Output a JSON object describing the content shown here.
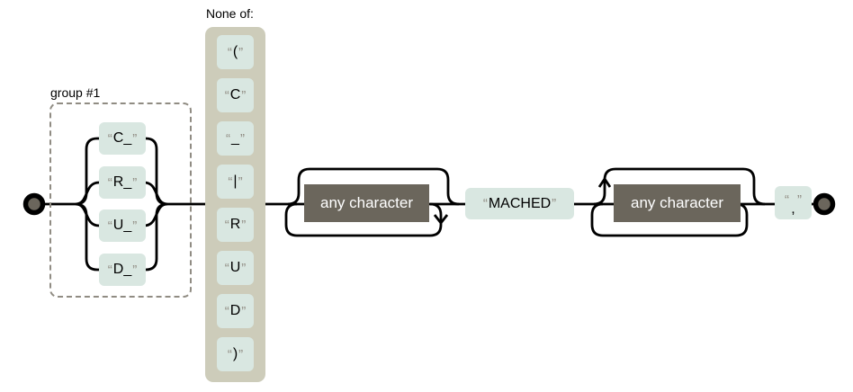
{
  "colors": {
    "background": "#ffffff",
    "line": "#000000",
    "literal_fill": "#d9e7e1",
    "charset_fill": "#cdccba",
    "dark_fill": "#6b665c",
    "muted": "#908c83",
    "text": "#000000",
    "dark_text": "#ffffff"
  },
  "quotes": {
    "open": "“",
    "close": "”"
  },
  "group": {
    "label": "group #1",
    "options": [
      "C_",
      "R_",
      "U_",
      "D_"
    ]
  },
  "charset": {
    "label": "None of:",
    "items": [
      "(",
      "C",
      "_",
      "|",
      "R",
      "U",
      "D",
      ")"
    ]
  },
  "repeat1": {
    "label": "any character"
  },
  "literal1": {
    "text": "MACHED"
  },
  "repeat2": {
    "label": "any character"
  },
  "literal2": {
    "text": ","
  }
}
